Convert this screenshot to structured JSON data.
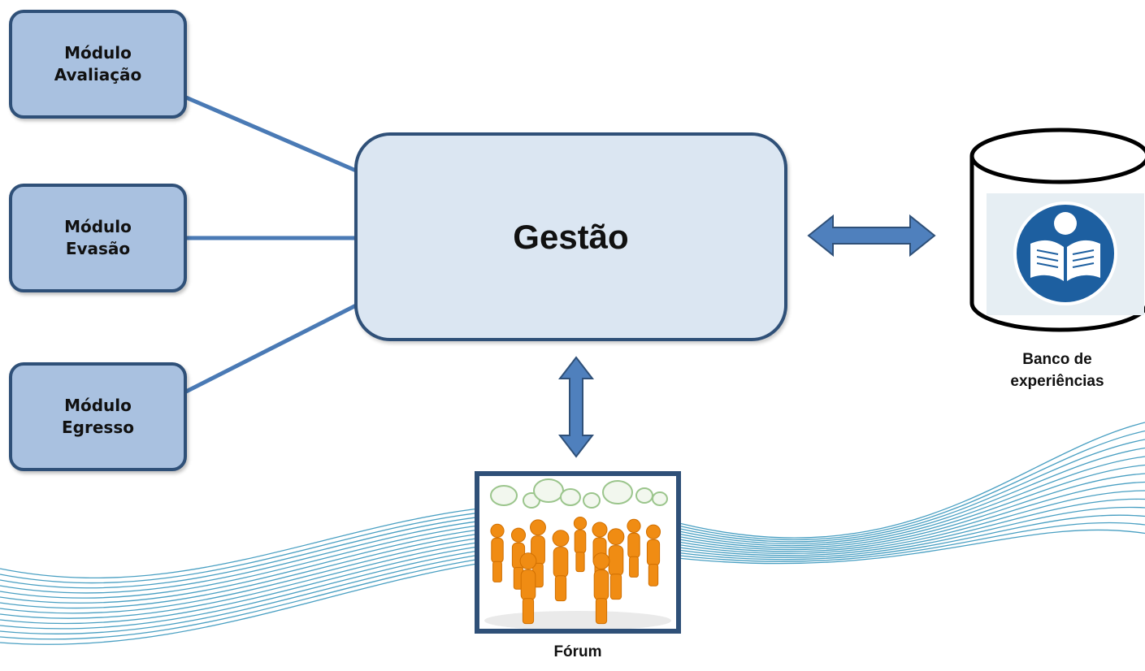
{
  "modules": [
    {
      "line1": "Módulo",
      "line2": "Avaliação"
    },
    {
      "line1": "Módulo",
      "line2": "Evasão"
    },
    {
      "line1": "Módulo",
      "line2": "Egresso"
    }
  ],
  "center": {
    "title": "Gestão"
  },
  "database": {
    "label_line1": "Banco de",
    "label_line2": "experiências",
    "icon": "reading-book-icon"
  },
  "forum": {
    "label": "Fórum",
    "image": "people-discussion-illustration"
  },
  "colors": {
    "module_fill": "#a9c1e0",
    "center_fill": "#dbe6f2",
    "border": "#2f5078",
    "connector": "#4a7ab5",
    "arrow_fill": "#4f80bd",
    "icon_blue": "#1d5fa0",
    "wave": "#2a8fb8"
  }
}
